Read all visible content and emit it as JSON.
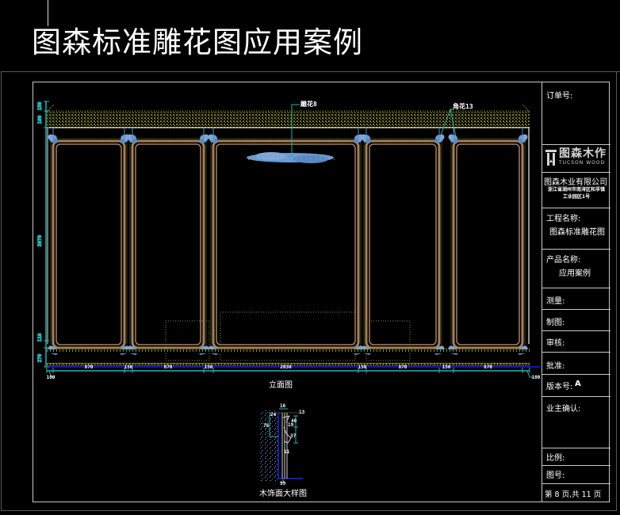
{
  "page_title": "图森标准雕花图应用案例",
  "drawing": {
    "elevation_caption": "立面图",
    "section_caption": "木饰面大样图",
    "callouts": {
      "center_carving": "雕花8",
      "corner_carving": "角花13"
    },
    "horizontal_dimensions": [
      "100",
      "870",
      "150",
      "870",
      "150",
      "2030",
      "150",
      "870",
      "150",
      "870",
      "100"
    ],
    "vertical_dimensions": [
      "150",
      "100",
      "3070",
      "110",
      "270"
    ],
    "section_dimensions": [
      "16",
      "13",
      "24",
      "76",
      "19",
      "40",
      "37",
      "11",
      "99"
    ],
    "colors": {
      "background": "#000000",
      "frame_border": "#c8c8c8",
      "moulding": "#a57f5c",
      "carving": "#6b9bd1",
      "dimension_line": "#1fb5b5",
      "hatch": "#9a9a22",
      "floor_line": "#1a1aff"
    }
  },
  "title_block": {
    "order_no_label": "订单号:",
    "logo_cn": "图森木作",
    "logo_en": "TUCSON WOOD",
    "company_name": "图森木业有限公司",
    "company_address_line1": "浙江省湖州市南浔区和孚镇",
    "company_address_line2": "工业园区1号",
    "project_name_label": "工程名称:",
    "project_name_value": "图森标准雕花图",
    "product_name_label": "产品名称:",
    "product_name_value": "应用案例",
    "survey_label": "测量:",
    "drafting_label": "制图:",
    "review_label": "审核:",
    "approve_label": "批准:",
    "version_label": "版本号:",
    "version_value": "A",
    "owner_confirm_label": "业主确认:",
    "scale_label": "比例:",
    "drawing_no_label": "图号:",
    "page_info": "第 8 页,共 11 页"
  }
}
